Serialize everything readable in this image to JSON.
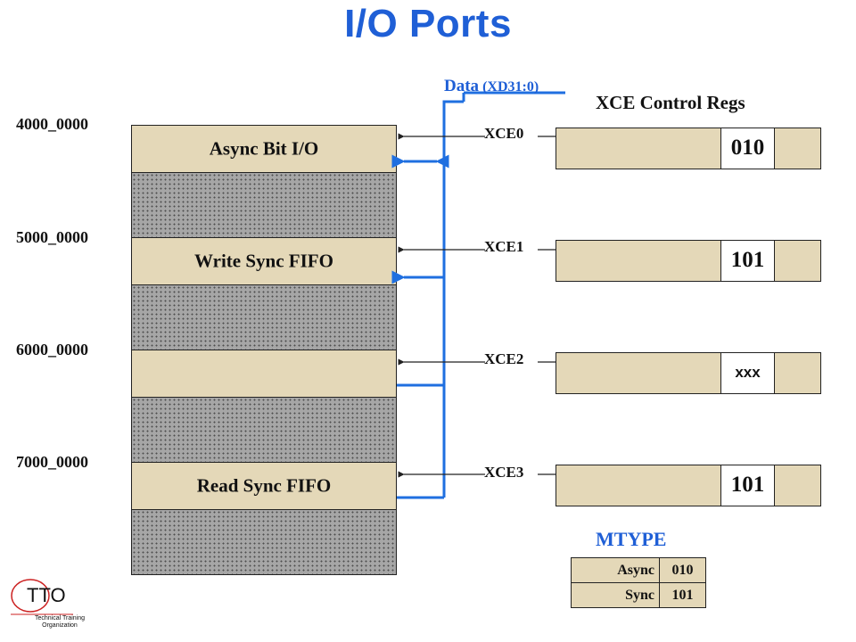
{
  "title": "I/O Ports",
  "memory_map": {
    "addresses": [
      "4000_0000",
      "5000_0000",
      "6000_0000",
      "7000_0000"
    ],
    "regions": [
      "Async Bit I/O",
      "Write Sync FIFO",
      "",
      "Read Sync FIFO"
    ]
  },
  "bus": {
    "label": "Data",
    "signal": "(XD31:0)"
  },
  "control_regs": {
    "title": "XCE Control Regs",
    "items": [
      {
        "name": "XCE0",
        "value": "010"
      },
      {
        "name": "XCE1",
        "value": "101"
      },
      {
        "name": "XCE2",
        "value": "xxx"
      },
      {
        "name": "XCE3",
        "value": "101"
      }
    ]
  },
  "mtype": {
    "title": "MTYPE",
    "rows": [
      {
        "type": "Async",
        "code": "010"
      },
      {
        "type": "Sync",
        "code": "101"
      }
    ]
  },
  "logo": {
    "main": "TTO",
    "caption_line1": "Technical Training",
    "caption_line2": "Organization"
  },
  "colors": {
    "title_blue": "#1f5fd6",
    "bus_blue": "#1f6fe0",
    "tan": "#e4d8b8"
  }
}
